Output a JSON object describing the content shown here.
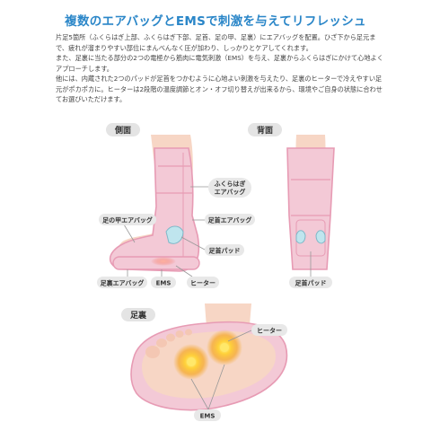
{
  "title": "複数のエアバッグとEMSで刺激を与えてリフレッシュ",
  "description": [
    "片足5箇所（ふくらはぎ上部、ふくらはぎ下部、足首、足の甲、足裏）にエアバッグを配置。ひざ下から足元まで、疲れが溜まりやすい部位にまんべんなく圧が加わり、しっかりとケアしてくれます。",
    "また、足裏に当たる部分の2つの電極から筋肉に電気刺激（EMS）を与え、足裏からふくらはぎにかけて心地よくアプローチします。",
    "他には、内蔵された2つのパッドが足首をつかむように心地よい刺激を与えたり、足裏のヒーターで冷えやすい足元がポカポカに。ヒーターは2段階の温度調節とオン・オフ切り替えが出来るから、環境やご自身の状態に合わせてお選びいただけます。"
  ],
  "side_view": {
    "heading": "側面",
    "labels": {
      "calf_airbag": "ふくらはぎ\nエアバッグ",
      "instep_airbag": "足の甲エアバッグ",
      "ankle_airbag": "足首エアバッグ",
      "ankle_pad": "足首パッド",
      "sole_airbag": "足裏エアバッグ",
      "ems": "EMS",
      "heater": "ヒーター"
    }
  },
  "back_view": {
    "heading": "背面",
    "labels": {
      "ankle_pad": "足首パッド"
    }
  },
  "sole_view": {
    "heading": "足裏",
    "labels": {
      "heater": "ヒーター",
      "ems": "EMS"
    }
  },
  "colors": {
    "title": "#2a86c8",
    "boot": "#f3c9d6",
    "boot_edge": "#e79bb4",
    "heading_pill": "#e4e4e4"
  }
}
